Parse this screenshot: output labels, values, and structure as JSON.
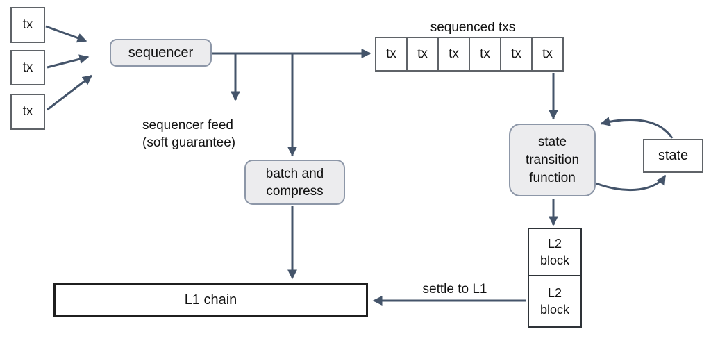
{
  "colors": {
    "arrow": "#44546a",
    "rounded_fill": "#ececee",
    "rounded_border": "#8d97a8",
    "square_border": "#5f6368",
    "dark_border": "#1f1f1f",
    "text": "#111111",
    "background": "#ffffff"
  },
  "diagram": {
    "incoming_txs": {
      "tx1": "tx",
      "tx2": "tx",
      "tx3": "tx"
    },
    "sequencer": {
      "label": "sequencer"
    },
    "sequencer_feed": {
      "line1": "sequencer feed",
      "line2": "(soft guarantee)"
    },
    "sequenced_txs": {
      "title": "sequenced txs",
      "cells": [
        "tx",
        "tx",
        "tx",
        "tx",
        "tx",
        "tx"
      ]
    },
    "batch_compress": {
      "line1": "batch and",
      "line2": "compress"
    },
    "state_transition_function": {
      "line1": "state",
      "line2": "transition",
      "line3": "function"
    },
    "state": {
      "label": "state"
    },
    "l2_blocks": {
      "block1": {
        "line1": "L2",
        "line2": "block"
      },
      "block2": {
        "line1": "L2",
        "line2": "block"
      }
    },
    "l1_chain": {
      "label": "L1 chain"
    },
    "settle_label": "settle to L1"
  }
}
